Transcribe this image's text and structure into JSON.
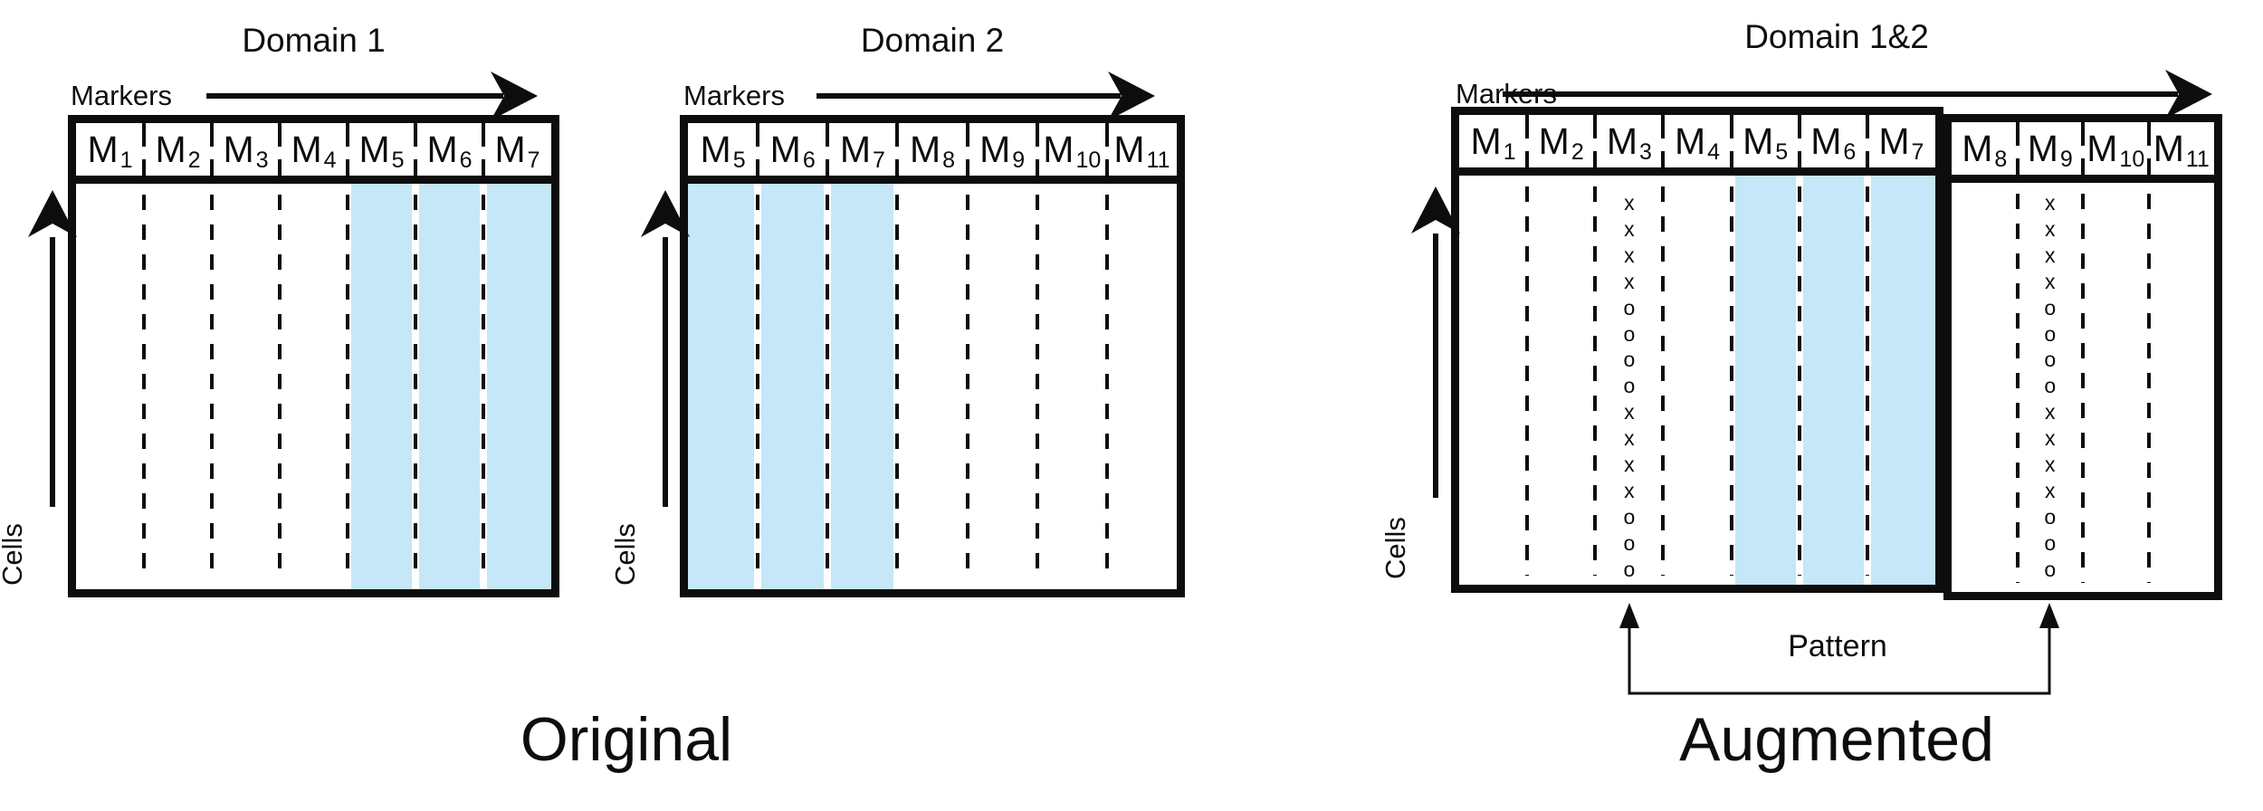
{
  "colors": {
    "highlight": "#c5e7f8",
    "ink": "#0d0d0d"
  },
  "labels": {
    "markers_axis": "Markers",
    "cells_axis": "Cells",
    "pattern": "Pattern"
  },
  "captions": {
    "left": "Original",
    "right": "Augmented"
  },
  "domain1": {
    "title": "Domain 1",
    "markers": [
      {
        "base": "M",
        "sub": "1"
      },
      {
        "base": "M",
        "sub": "2"
      },
      {
        "base": "M",
        "sub": "3"
      },
      {
        "base": "M",
        "sub": "4"
      },
      {
        "base": "M",
        "sub": "5"
      },
      {
        "base": "M",
        "sub": "6"
      },
      {
        "base": "M",
        "sub": "7"
      }
    ],
    "highlighted_markers": [
      "M5",
      "M6",
      "M7"
    ]
  },
  "domain2": {
    "title": "Domain 2",
    "markers": [
      {
        "base": "M",
        "sub": "5"
      },
      {
        "base": "M",
        "sub": "6"
      },
      {
        "base": "M",
        "sub": "7"
      },
      {
        "base": "M",
        "sub": "8"
      },
      {
        "base": "M",
        "sub": "9"
      },
      {
        "base": "M",
        "sub": "10"
      },
      {
        "base": "M",
        "sub": "11"
      }
    ],
    "highlighted_markers": [
      "M5",
      "M6",
      "M7"
    ]
  },
  "augmented": {
    "title": "Domain 1&2",
    "left_markers": [
      {
        "base": "M",
        "sub": "1"
      },
      {
        "base": "M",
        "sub": "2"
      },
      {
        "base": "M",
        "sub": "3"
      },
      {
        "base": "M",
        "sub": "4"
      },
      {
        "base": "M",
        "sub": "5"
      },
      {
        "base": "M",
        "sub": "6"
      },
      {
        "base": "M",
        "sub": "7"
      }
    ],
    "right_markers": [
      {
        "base": "M",
        "sub": "8"
      },
      {
        "base": "M",
        "sub": "9"
      },
      {
        "base": "M",
        "sub": "10"
      },
      {
        "base": "M",
        "sub": "11"
      }
    ],
    "highlighted_markers": [
      "M5",
      "M6",
      "M7"
    ],
    "pattern_columns": [
      "M3",
      "M9"
    ],
    "pattern_sequence": "x\nx\nx\nx\no\no\no\no\nx\nx\nx\nx\no\no\no"
  }
}
